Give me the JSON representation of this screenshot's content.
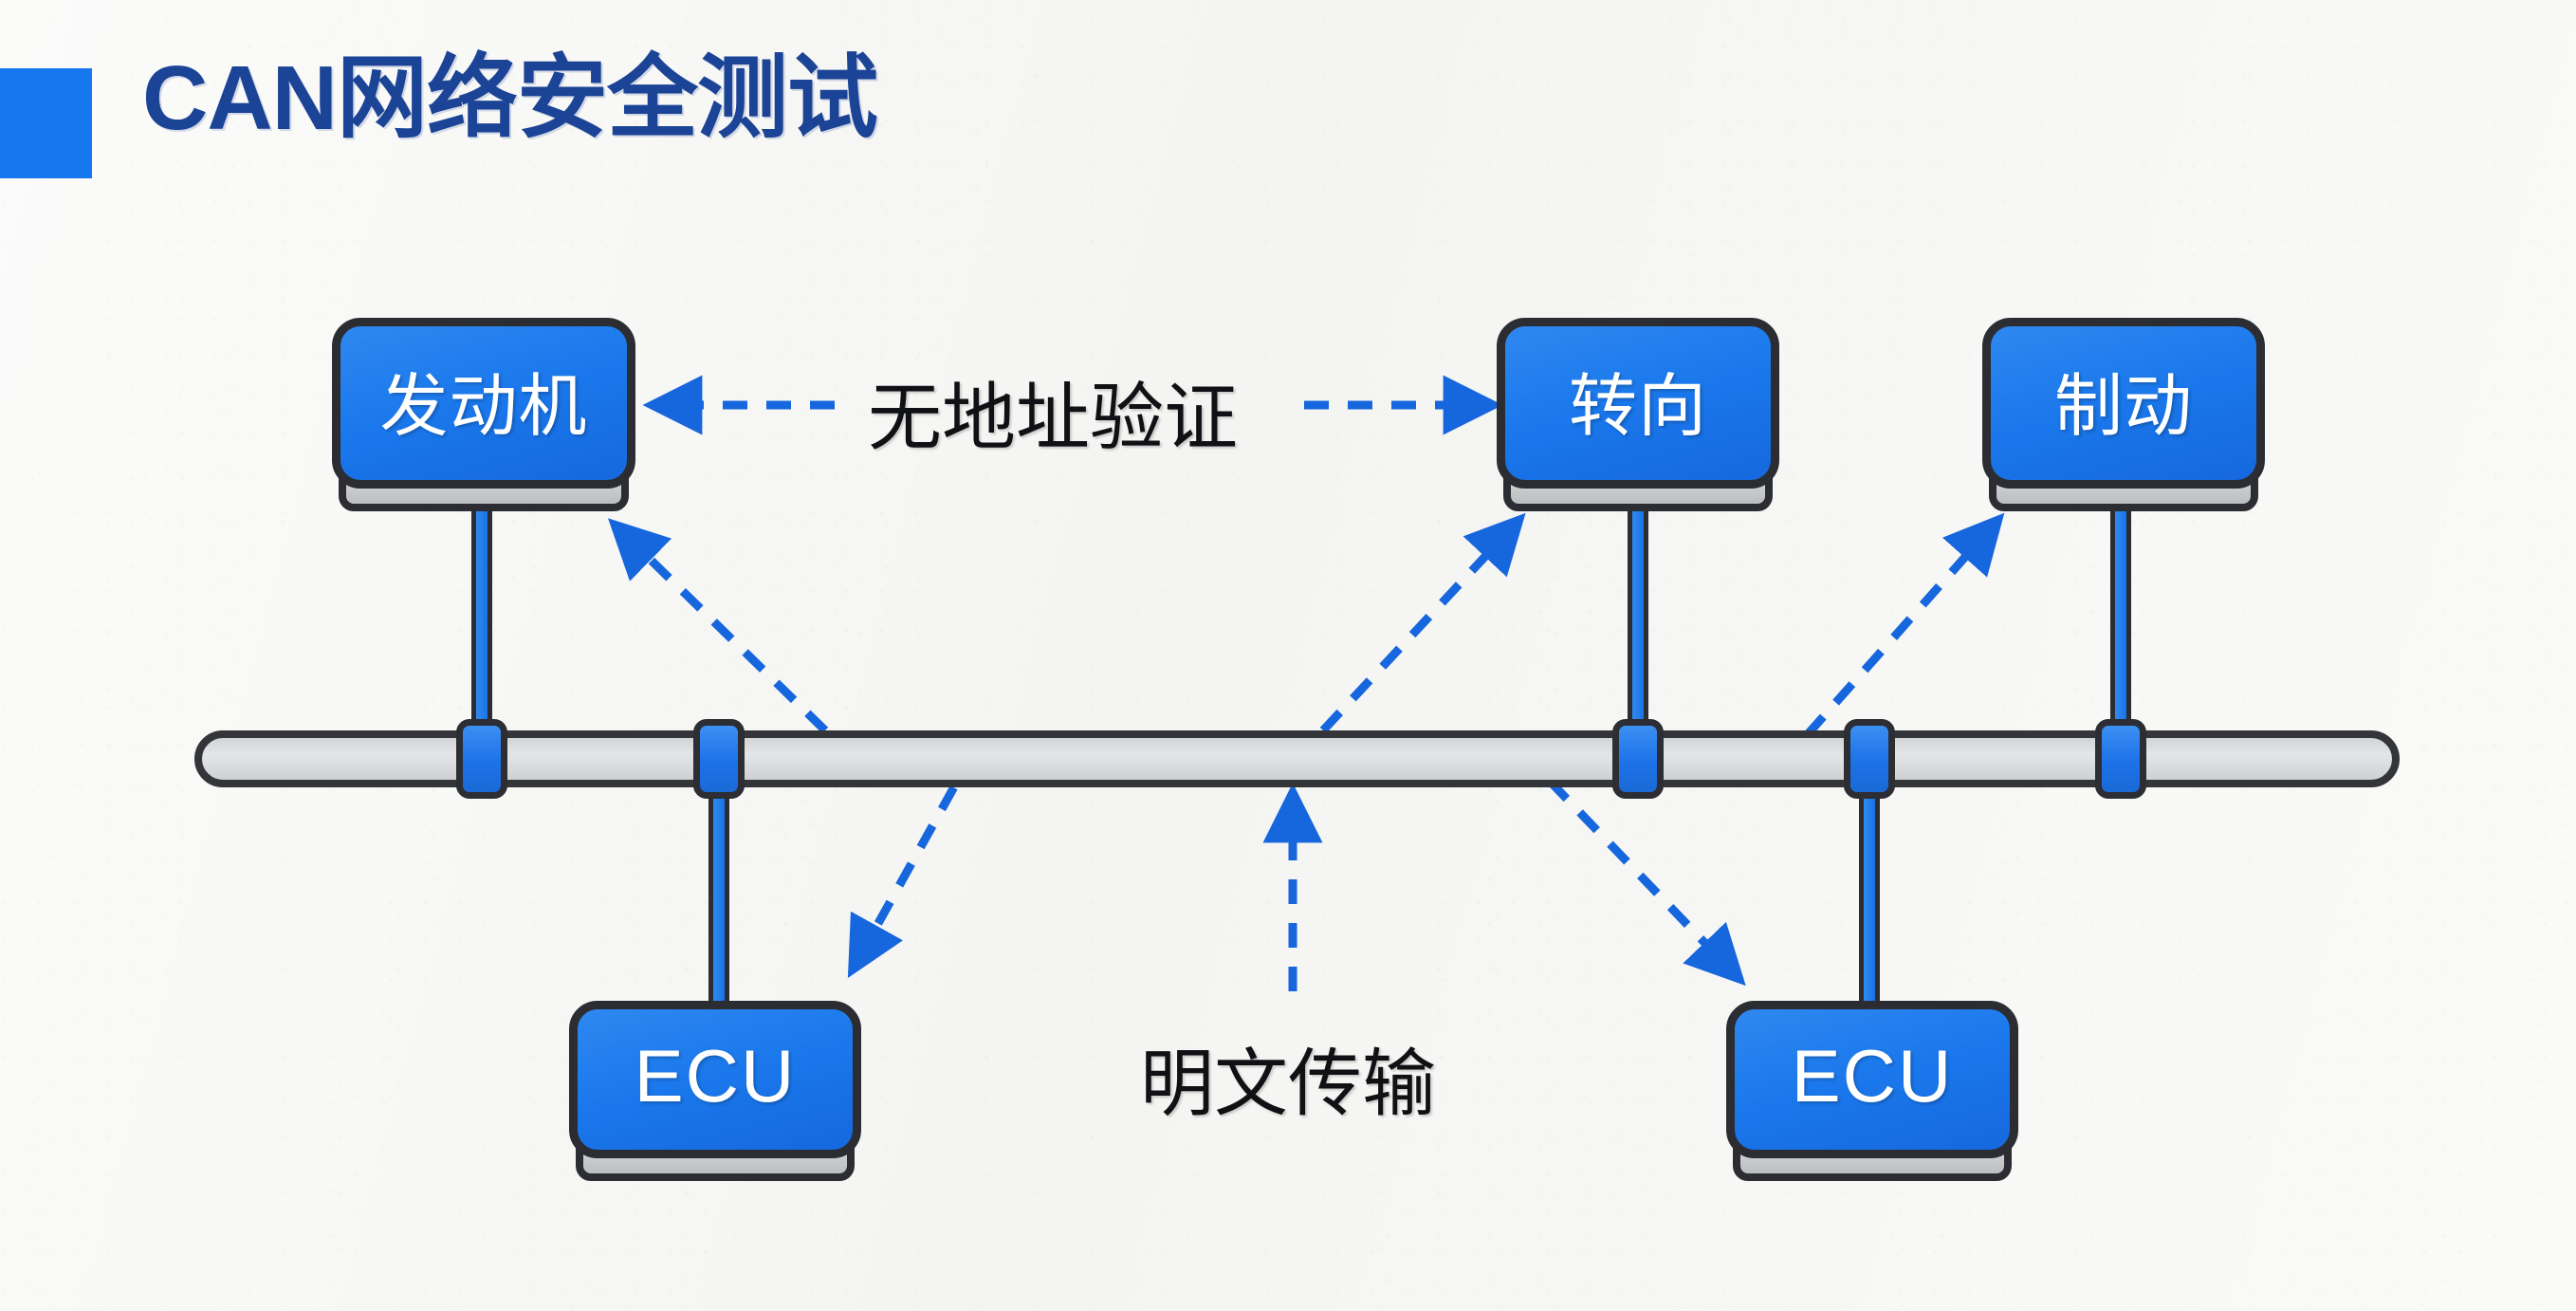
{
  "header": {
    "title": "CAN网络安全测试",
    "accent_color": "#1677ee",
    "title_color": "#1b4396"
  },
  "diagram": {
    "type": "can-bus-security-topology",
    "bus": {
      "name": "CAN bus",
      "port_count": 5
    },
    "nodes": [
      {
        "id": "engine",
        "label": "发动机",
        "script": "cn",
        "position": "top-left"
      },
      {
        "id": "steering",
        "label": "转向",
        "script": "cn",
        "position": "top-center-right"
      },
      {
        "id": "brake",
        "label": "制动",
        "script": "cn",
        "position": "top-right"
      },
      {
        "id": "ecu-left",
        "label": "ECU",
        "script": "en",
        "position": "bottom-left"
      },
      {
        "id": "ecu-right",
        "label": "ECU",
        "script": "en",
        "position": "bottom-right"
      }
    ],
    "annotations": [
      {
        "id": "no-address-auth",
        "label": "无地址验证",
        "color": "#101114",
        "points_to": [
          "engine",
          "steering"
        ]
      },
      {
        "id": "plaintext",
        "label": "明文传输",
        "color": "#101114",
        "points_to": [
          "bus"
        ]
      }
    ],
    "colors": {
      "node_fill": "#1a78ec",
      "node_stroke": "#2b2d32",
      "node_base": "#d5d6d8",
      "bus_fill": "#dcdde0",
      "bus_stroke": "#333539",
      "cable": "#1a72e6",
      "arrow": "#1666dd",
      "background": "#f7f7f5"
    }
  }
}
